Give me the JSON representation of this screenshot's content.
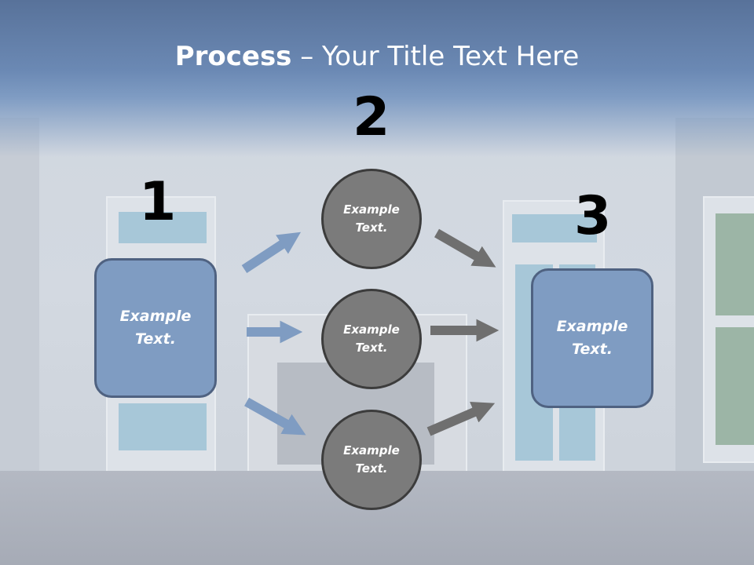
{
  "title": {
    "bold": "Process",
    "rest": " – Your Title Text Here"
  },
  "steps": {
    "one": {
      "number": "1",
      "text_line1": "Example",
      "text_line2": "Text."
    },
    "two": {
      "number": "2",
      "circles": [
        {
          "text_line1": "Example",
          "text_line2": "Text."
        },
        {
          "text_line1": "Example",
          "text_line2": "Text."
        },
        {
          "text_line1": "Example",
          "text_line2": "Text."
        }
      ]
    },
    "three": {
      "number": "3",
      "text_line1": "Example",
      "text_line2": "Text."
    }
  },
  "colors": {
    "box_fill": "#7f9cc2",
    "box_border": "#4f6281",
    "circle_fill": "#7b7b7b",
    "circle_border": "#3c3c3c",
    "arrow_blue": "#7f9cc2",
    "arrow_gray": "#6f6f6f",
    "title": "#ffffff"
  }
}
